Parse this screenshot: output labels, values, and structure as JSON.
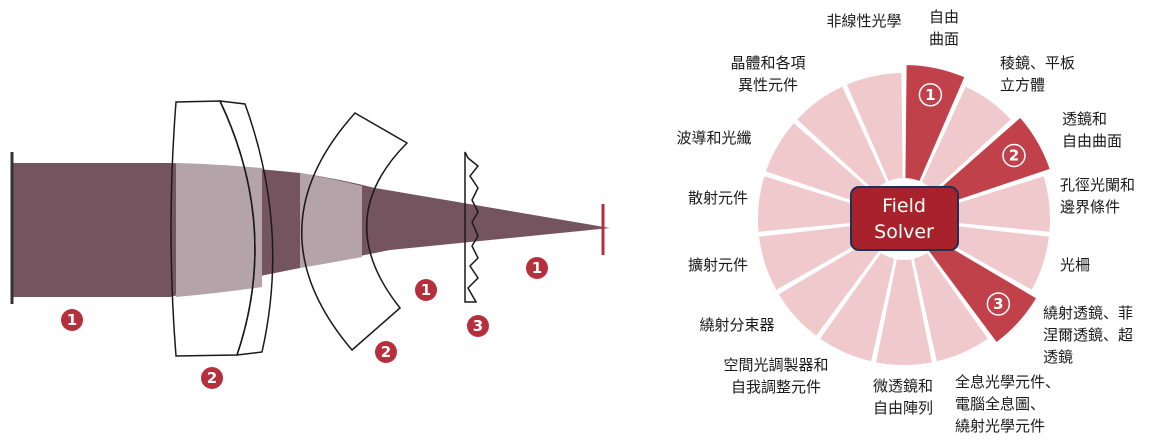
{
  "colors": {
    "beam": "#74545f",
    "beam_light": "#b4a4aa",
    "accent": "#b5303c",
    "segment_normal": "#f0c9cc",
    "segment_highlight": "#c1414b",
    "center_fill": "#a8222b",
    "center_border": "#1f3057",
    "stroke": "#1a1a1a"
  },
  "optics": {
    "badges": [
      "1",
      "2",
      "2",
      "1",
      "3",
      "1"
    ]
  },
  "wheel": {
    "center_label_line1": "Field",
    "center_label_line2": "Solver",
    "highlight_badges": [
      "1",
      "2",
      "3"
    ],
    "labels": [
      [
        "自由",
        "曲面"
      ],
      [
        "稜鏡、平板",
        "立方體"
      ],
      [
        "透鏡和",
        "自由曲面"
      ],
      [
        "孔徑光闌和",
        "邊界條件"
      ],
      [
        "光柵"
      ],
      [
        "繞射透鏡、菲",
        "涅爾透鏡、超",
        "透鏡"
      ],
      [
        "全息光學元件、",
        "電腦全息圖、",
        "繞射光學元件"
      ],
      [
        "微透鏡和",
        "自由陣列"
      ],
      [
        "空間光調製器和",
        "自我調整元件"
      ],
      [
        "繞射分束器"
      ],
      [
        "擴射元件"
      ],
      [
        "散射元件"
      ],
      [
        "波導和光纖"
      ],
      [
        "晶體和各項",
        "異性元件"
      ],
      [
        "非線性光學"
      ]
    ]
  }
}
